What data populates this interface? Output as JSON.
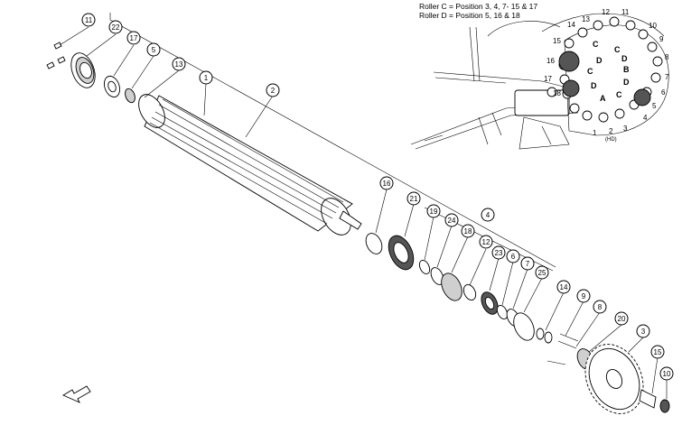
{
  "inset": {
    "legend_line_1": "Roller C = Position 3, 4, 7- 15 & 17",
    "legend_line_2": "Roller D = Position 5, 16 & 18",
    "position_labels": [
      "14",
      "13",
      "12",
      "11",
      "10",
      "9",
      "8",
      "7",
      "6",
      "5",
      "4",
      "3",
      "2",
      "1",
      "15",
      "16",
      "17",
      "18"
    ],
    "hd_label": "(HD)",
    "roller_letters": [
      "C",
      "D",
      "C",
      "B",
      "D",
      "C",
      "A",
      "D",
      "C",
      "D"
    ]
  },
  "callouts": [
    "11",
    "22",
    "17",
    "5",
    "13",
    "1",
    "2",
    "16",
    "21",
    "19",
    "24",
    "4",
    "18",
    "12",
    "23",
    "6",
    "7",
    "25",
    "14",
    "9",
    "8",
    "20",
    "3",
    "15",
    "10"
  ]
}
